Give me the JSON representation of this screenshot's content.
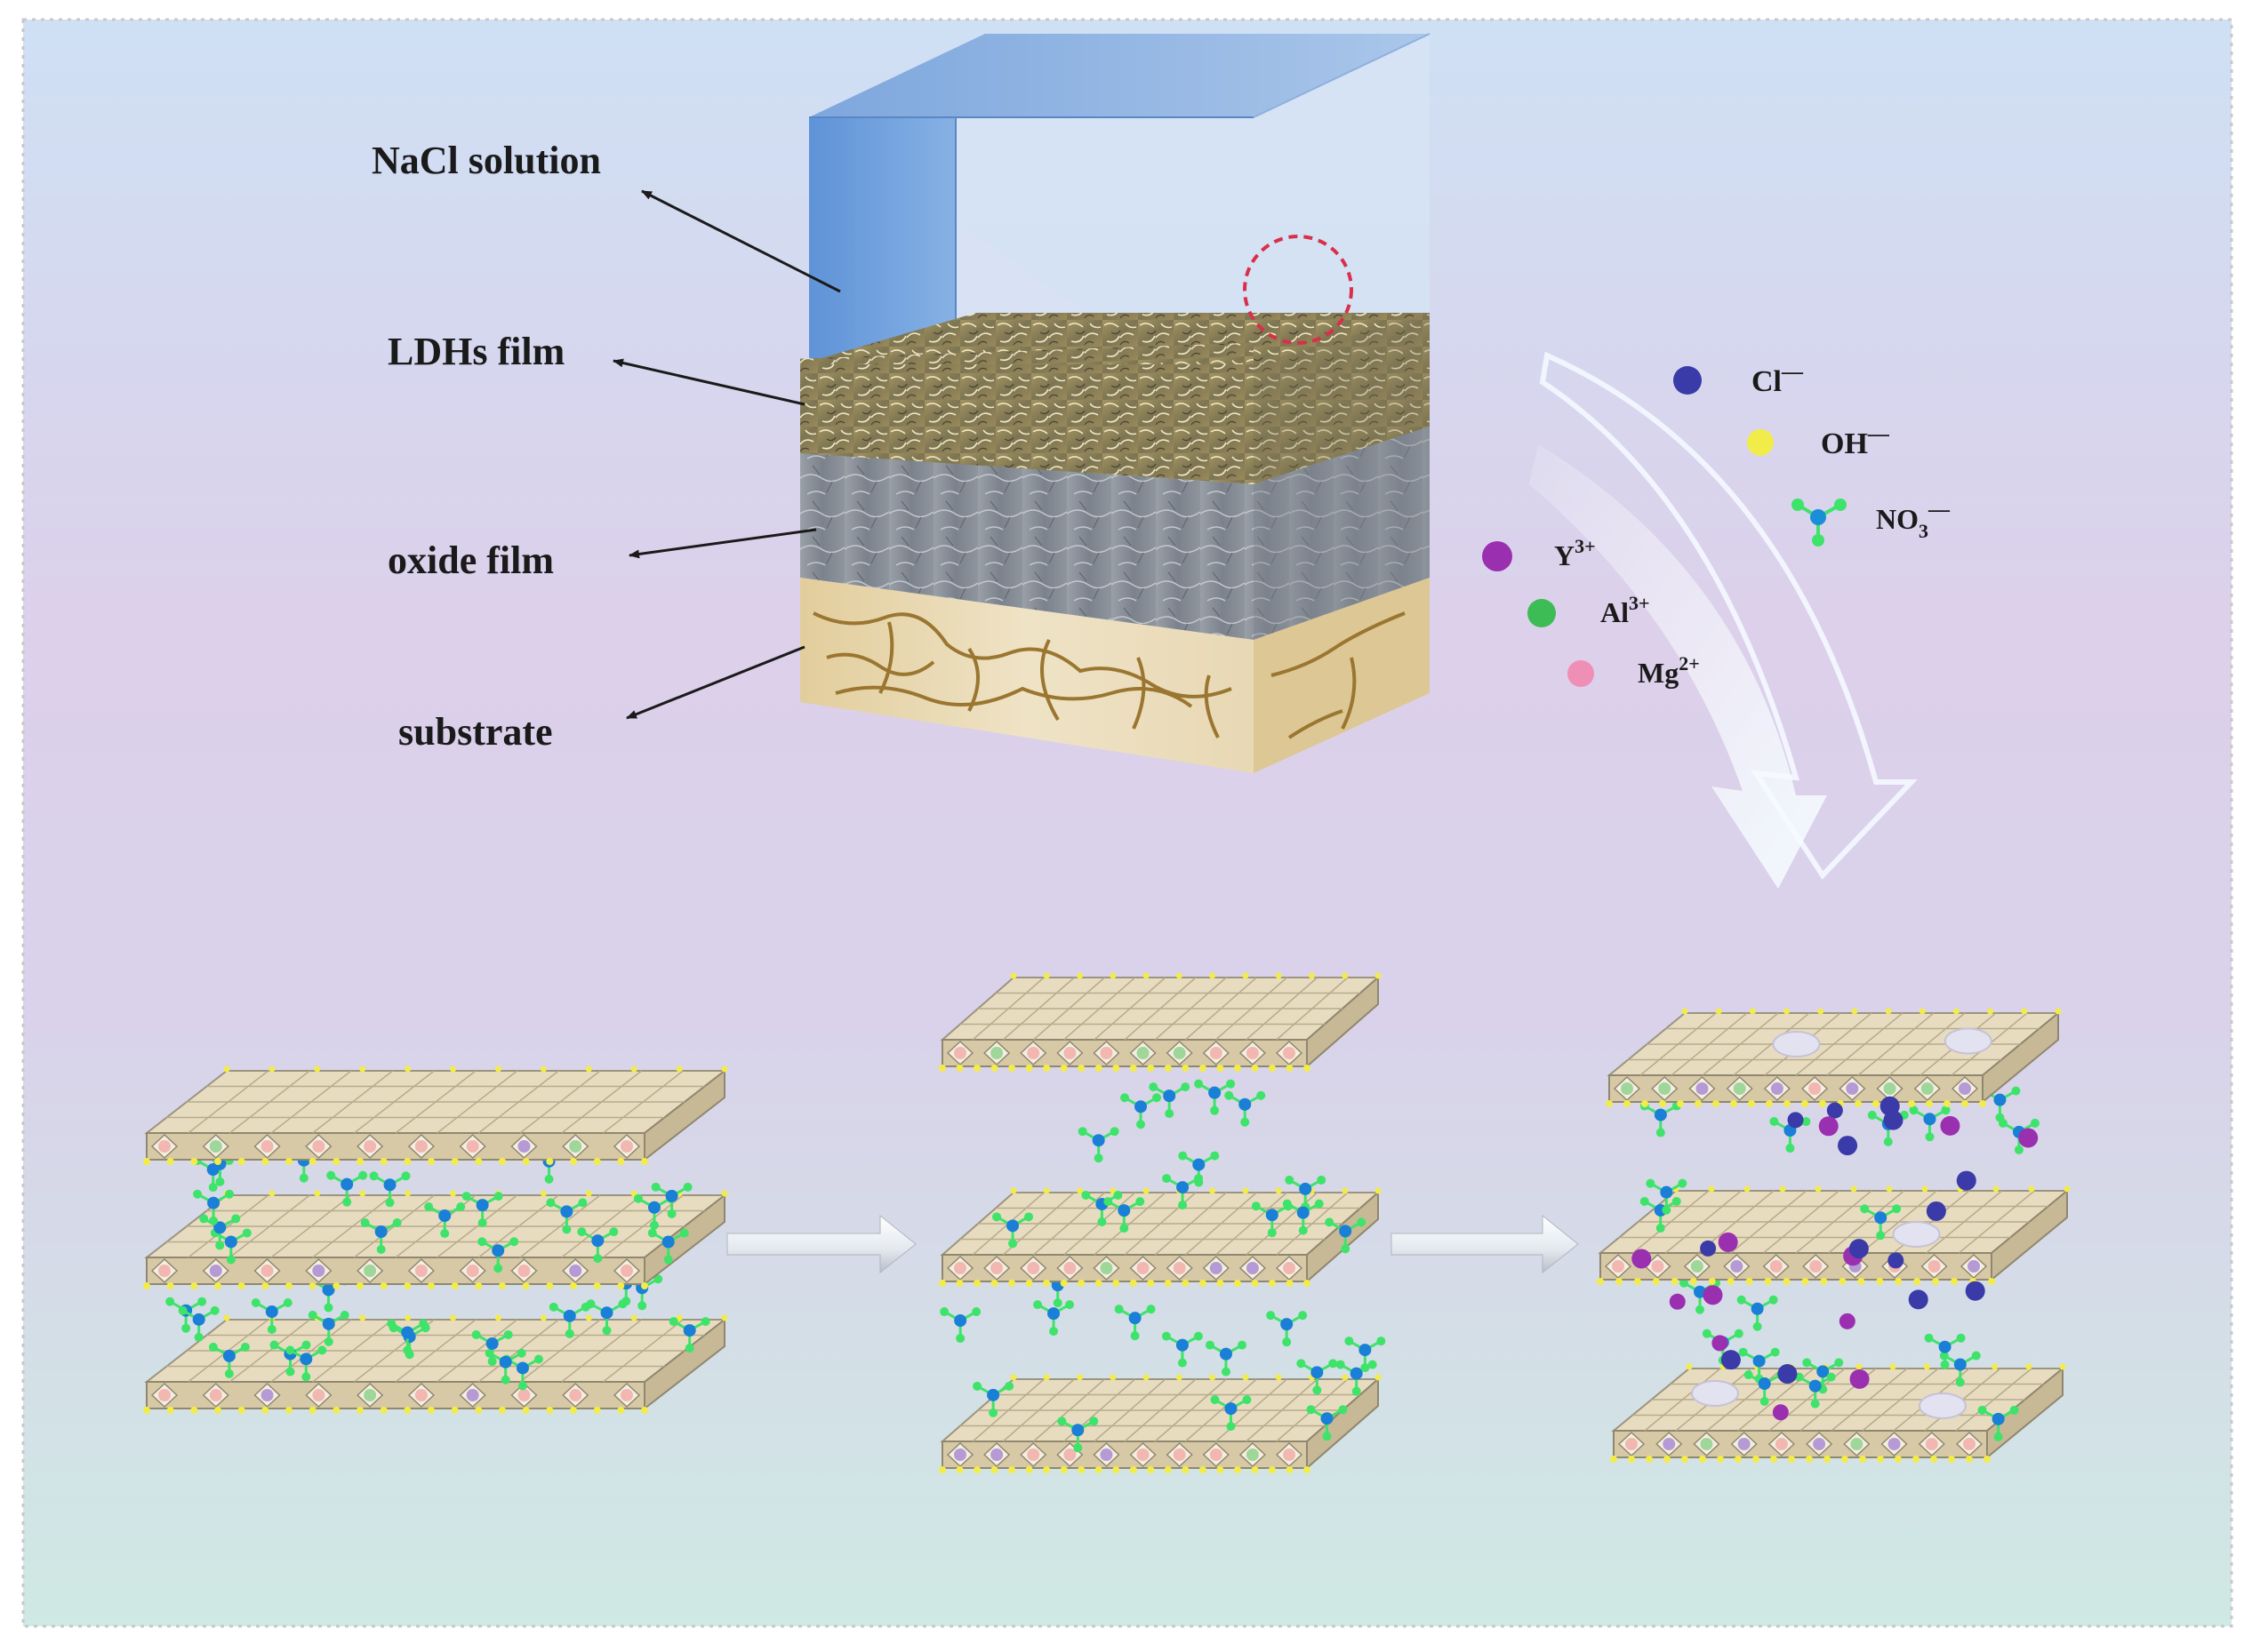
{
  "layer_labels": {
    "nacl": "NaCl solution",
    "ldhs": "LDHs film",
    "oxide": "oxide film",
    "substrate": "substrate"
  },
  "ions": {
    "cl": {
      "base": "Cl",
      "sup": "—",
      "color": "#3a3aa8"
    },
    "oh": {
      "base": "OH",
      "sup": "—",
      "color": "#f2ec4a"
    },
    "no3": {
      "base": "NO",
      "sub": "3",
      "sup": "—",
      "color": "#1a8fd8"
    },
    "y": {
      "base": "Y",
      "sup": "3+",
      "color": "#9a2fb0"
    },
    "al": {
      "base": "Al",
      "sup": "3+",
      "color": "#3dbb55"
    },
    "mg": {
      "base": "Mg",
      "sup": "2+",
      "color": "#ef8fb5"
    }
  },
  "colors": {
    "solution": "#6f9fd8",
    "ldh_film": "#8a7f5a",
    "oxide_film": "#8d949e",
    "substrate": "#e8d6ad",
    "crack": "#9a7630",
    "layer_top": "#e8dcc0",
    "interlayer_green": "#3ee36a",
    "interlayer_blue": "#1a7fd6",
    "highlight_circle": "#d8304a"
  }
}
